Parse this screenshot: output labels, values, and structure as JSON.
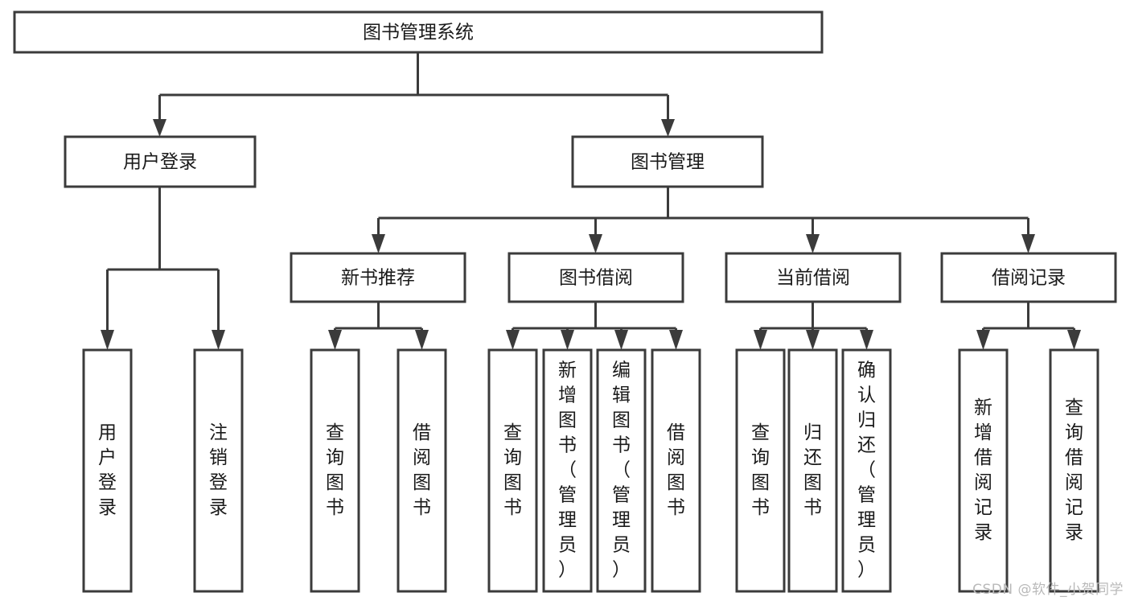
{
  "diagram": {
    "title": "图书管理系统",
    "type": "hierarchy-tree",
    "root": {
      "id": "root",
      "label": "图书管理系统",
      "orientation": "horizontal"
    },
    "level2": [
      {
        "id": "user-login",
        "label": "用户登录",
        "orientation": "horizontal"
      },
      {
        "id": "book-management",
        "label": "图书管理",
        "orientation": "horizontal"
      }
    ],
    "level3": [
      {
        "id": "new-book-recommend",
        "label": "新书推荐",
        "orientation": "horizontal",
        "parent": "book-management"
      },
      {
        "id": "book-borrow",
        "label": "图书借阅",
        "orientation": "horizontal",
        "parent": "book-management"
      },
      {
        "id": "current-borrow",
        "label": "当前借阅",
        "orientation": "horizontal",
        "parent": "book-management"
      },
      {
        "id": "borrow-record",
        "label": "借阅记录",
        "orientation": "horizontal",
        "parent": "book-management"
      }
    ],
    "leaves": [
      {
        "id": "leaf-user-login",
        "label": "用户登录",
        "orientation": "vertical",
        "parent": "user-login"
      },
      {
        "id": "leaf-user-logout",
        "label": "注销登录",
        "orientation": "vertical",
        "parent": "user-login"
      },
      {
        "id": "leaf-query-book-1",
        "label": "查询图书",
        "orientation": "vertical",
        "parent": "new-book-recommend"
      },
      {
        "id": "leaf-borrow-book-1",
        "label": "借阅图书",
        "orientation": "vertical",
        "parent": "new-book-recommend"
      },
      {
        "id": "leaf-query-book-2",
        "label": "查询图书",
        "orientation": "vertical",
        "parent": "book-borrow"
      },
      {
        "id": "leaf-add-book",
        "label": "新增图书（管理员）",
        "orientation": "vertical",
        "parent": "book-borrow"
      },
      {
        "id": "leaf-edit-book",
        "label": "编辑图书（管理员）",
        "orientation": "vertical",
        "parent": "book-borrow"
      },
      {
        "id": "leaf-borrow-book-2",
        "label": "借阅图书",
        "orientation": "vertical",
        "parent": "book-borrow"
      },
      {
        "id": "leaf-query-book-3",
        "label": "查询图书",
        "orientation": "vertical",
        "parent": "current-borrow"
      },
      {
        "id": "leaf-return-book",
        "label": "归还图书",
        "orientation": "vertical",
        "parent": "current-borrow"
      },
      {
        "id": "leaf-confirm-return",
        "label": "确认归还（管理员）",
        "orientation": "vertical",
        "parent": "current-borrow"
      },
      {
        "id": "leaf-add-record",
        "label": "新增借阅记录",
        "orientation": "vertical",
        "parent": "borrow-record"
      },
      {
        "id": "leaf-query-record",
        "label": "查询借阅记录",
        "orientation": "vertical",
        "parent": "borrow-record"
      }
    ]
  },
  "watermark": {
    "text": "CSDN @软件_小贺同学"
  },
  "colors": {
    "stroke": "#3b3b3b",
    "box_fill": "#ffffff",
    "text": "#1a1a1a",
    "background": "#ffffff",
    "watermark": "#b9b9b9"
  }
}
